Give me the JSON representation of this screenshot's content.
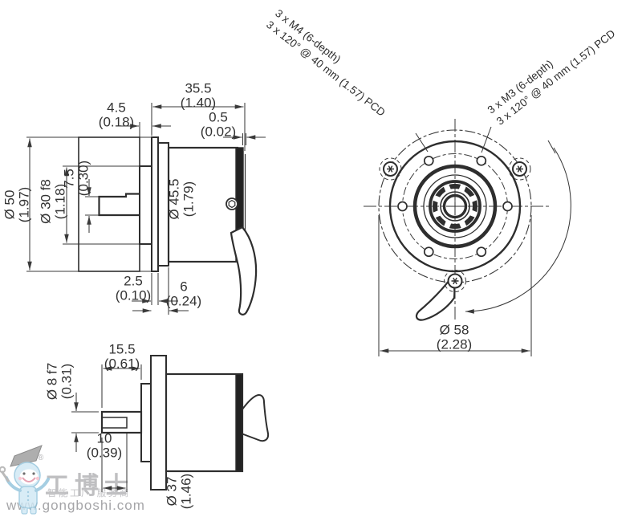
{
  "drawing": {
    "side_top": {
      "d355": {
        "mm": "35.5",
        "inch": "(1.40)"
      },
      "d45": {
        "mm": "4.5",
        "inch": "(0.18)"
      },
      "d05": {
        "mm": "0.5",
        "inch": "(0.02)"
      },
      "d75": {
        "mm": "7.5",
        "inch": "(0.30)"
      },
      "dO50": {
        "mm": "Ø 50",
        "inch": "(1.97)"
      },
      "dO30": {
        "mm": "Ø 30 f8",
        "inch": "(1.18)"
      },
      "dO455": {
        "mm": "Ø 45.5",
        "inch": "(1.79)"
      },
      "d25": {
        "mm": "2.5",
        "inch": "(0.10)"
      },
      "d6": {
        "mm": "6",
        "inch": "(0.24)"
      }
    },
    "front": {
      "m4": {
        "line1": "3 x M4 (6-depth)",
        "line2": "3 x 120° @ 40 mm (1.57) PCD"
      },
      "m3": {
        "line1": "3 x M3 (6-depth)",
        "line2": "3 x 120° @ 40 mm (1.57) PCD"
      },
      "dO58": {
        "mm": "Ø 58",
        "inch": "(2.28)"
      }
    },
    "side_bottom": {
      "d155": {
        "mm": "15.5",
        "inch": "(0.61)"
      },
      "dO8": {
        "mm": "Ø 8 f7",
        "inch": "(0.31)"
      },
      "d10": {
        "mm": "10",
        "inch": "(0.39)"
      },
      "dO37": {
        "mm": "Ø 37",
        "inch": "(1.46)"
      }
    }
  },
  "watermark": {
    "brand": "工博士",
    "registered": "®",
    "tagline": "智能工厂 服务商",
    "url": "www.gongboshi.com"
  },
  "colors": {
    "line": "#2e2e2e",
    "dim": "#3a3a3a",
    "watermark_blue": "#cfe8f5"
  }
}
